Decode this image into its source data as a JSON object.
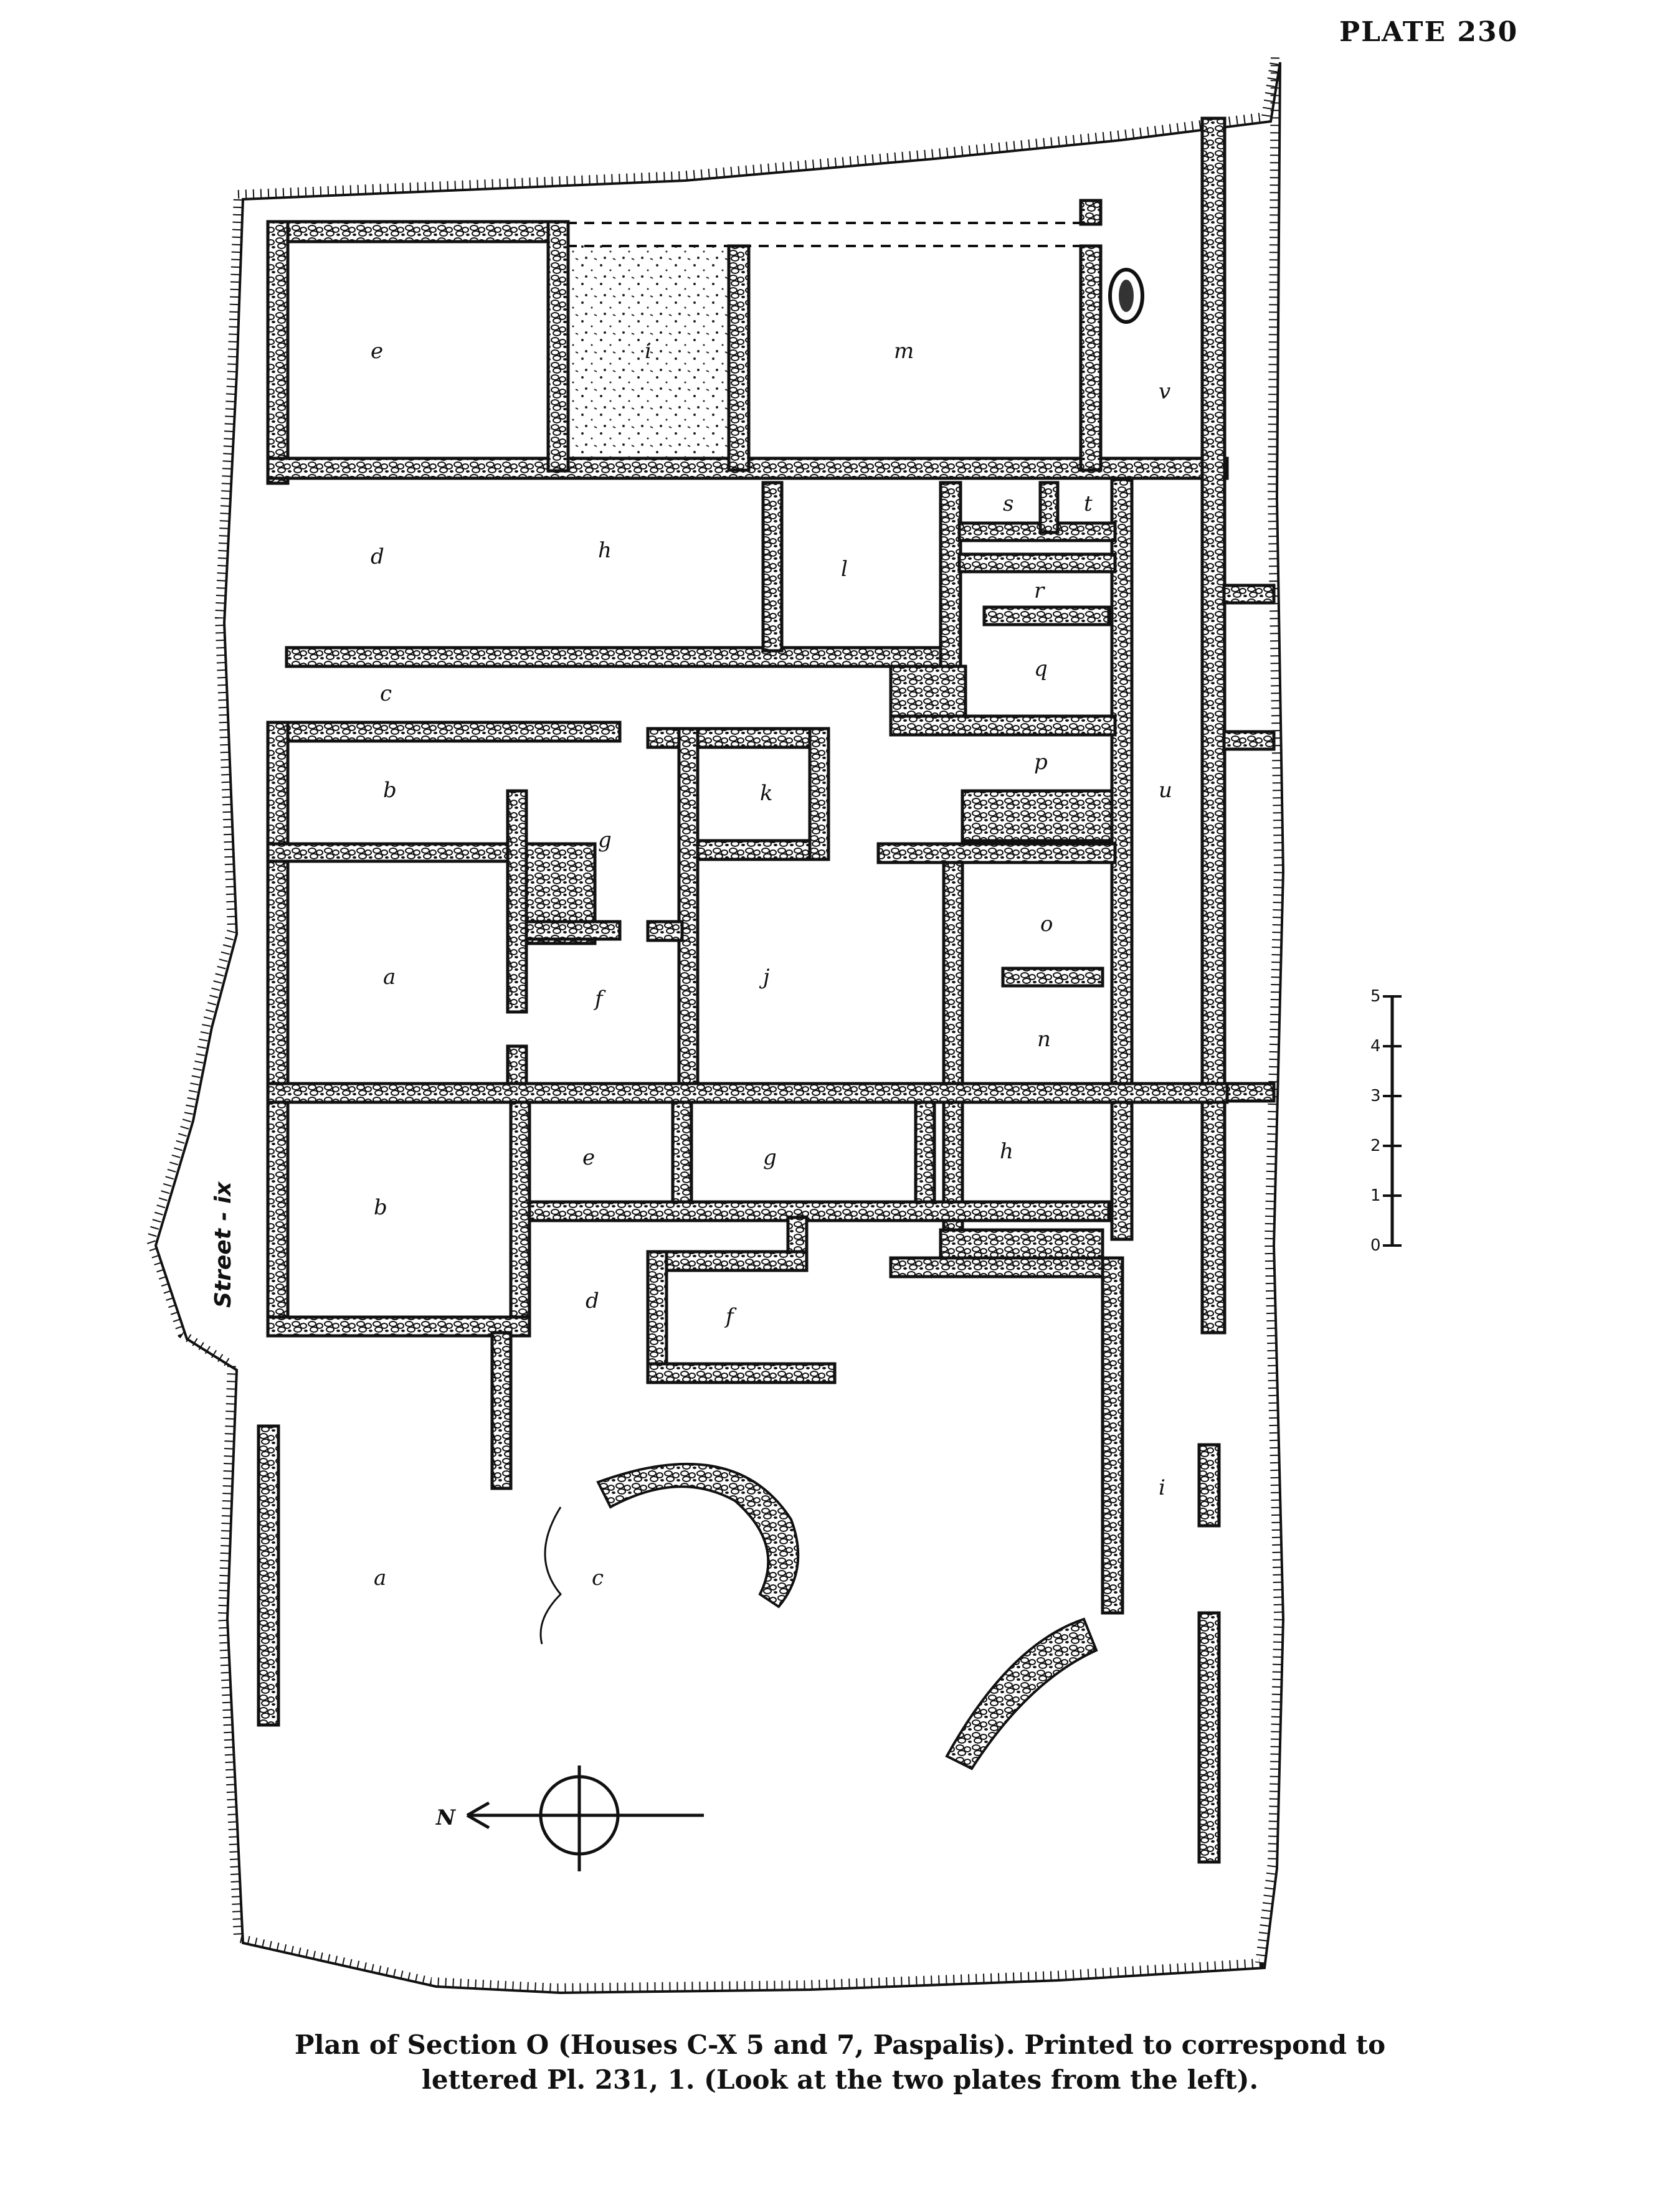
{
  "plate": {
    "label": "PLATE 230"
  },
  "plan": {
    "street_label": "Street - ix",
    "north_label": "N",
    "scale_ticks": [
      "0",
      "1",
      "2",
      "3",
      "4",
      "5"
    ],
    "room_labels": {
      "top_row": [
        "e",
        "i",
        "m",
        "v"
      ],
      "second_row": [
        "d",
        "h",
        "l",
        "s",
        "t",
        "r",
        "q",
        "c"
      ],
      "house_upper_left": [
        "b",
        "g",
        "k",
        "p",
        "u",
        "a",
        "f",
        "j",
        "o",
        "n"
      ],
      "house_lower": [
        "b",
        "e",
        "g",
        "h",
        "d",
        "f",
        "a",
        "c",
        "i"
      ]
    }
  },
  "caption": {
    "line1": "Plan of Section O (Houses C-X 5 and 7, Paspalis). Printed to correspond to",
    "line2": "lettered Pl. 231, 1. (Look at the two plates from the left)."
  },
  "colors": {
    "ink": "#111111",
    "paper": "#ffffff"
  }
}
